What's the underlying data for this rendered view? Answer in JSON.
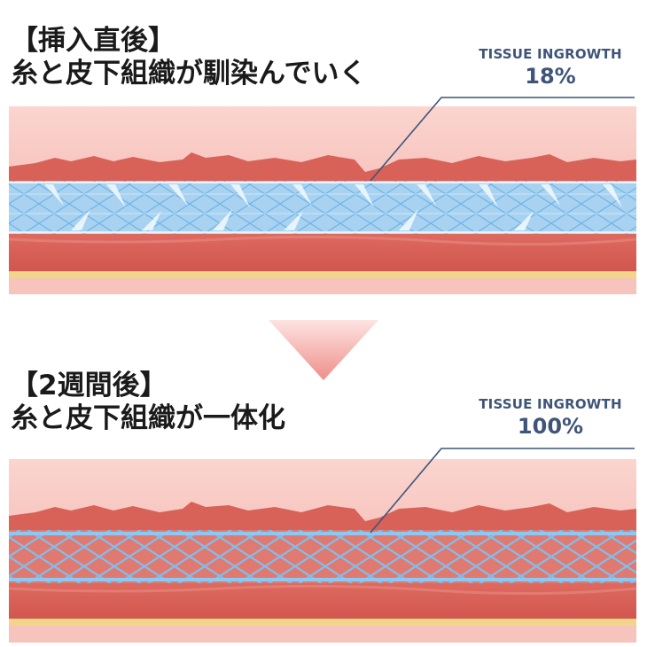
{
  "before": {
    "title_line1": "【挿入直後】",
    "title_line2": "糸と皮下組織が馴染んでいく",
    "stat_label": "TISSUE INGROWTH",
    "stat_value": "18%",
    "tissue_ingrowth_percent": 18
  },
  "after": {
    "title_line1": "【2週間後】",
    "title_line2": "糸と皮下組織が一体化",
    "stat_label": "TISSUE INGROWTH",
    "stat_value": "100%",
    "tissue_ingrowth_percent": 100
  },
  "colors": {
    "tissue_light": "#f3b1ad",
    "tissue_dark": "#d2574f",
    "mesh_band": "#a9d2f0",
    "mesh_line": "#5ea8e3",
    "fat_line": "#f1d58a",
    "callout_line": "#3e5479",
    "arrow": "#f4a7a3"
  }
}
